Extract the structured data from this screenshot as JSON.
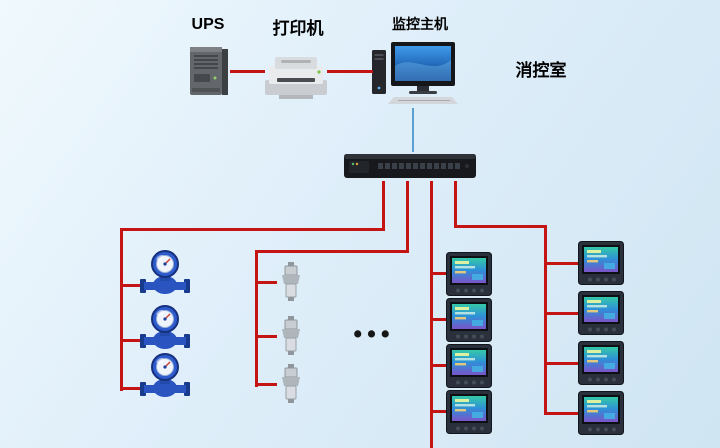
{
  "diagram": {
    "colors": {
      "wire_red": "#c41414",
      "wire_blue": "#5aa0d2",
      "background_light": "#f0f9fd",
      "background_dark": "#cfe5f2"
    },
    "labels": {
      "ups": "UPS",
      "printer": "打印机",
      "host": "监控主机",
      "room": "消控室",
      "ellipsis": "•••"
    },
    "groups": {
      "water_meters": {
        "count": 3
      },
      "transmitters": {
        "count": 3
      },
      "power_meters_left_column": {
        "count": 4
      },
      "power_meters_right_column": {
        "count": 4
      }
    }
  }
}
